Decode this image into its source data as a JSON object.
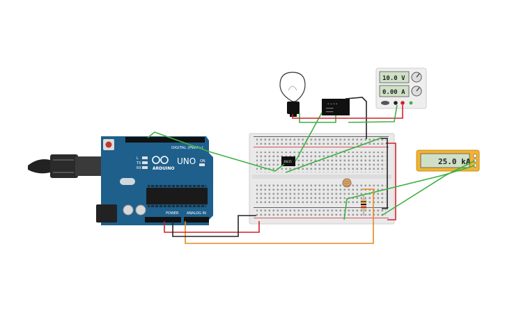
{
  "arduino": {
    "brand": "ARDUINO",
    "model": "UNO",
    "digital_label": "DIGITAL (PWM~)",
    "power_label": "POWER",
    "analog_label": "ANALOG IN",
    "tx_label": "TX",
    "rx_label": "RX",
    "l_label": "L",
    "on_label": "ON"
  },
  "power_supply": {
    "voltage": "10.0 V",
    "current": "0.00 A"
  },
  "multimeter": {
    "reading": "25.0 kA"
  },
  "ic": {
    "label": "4N35"
  },
  "colors": {
    "arduino_blue": "#1f5f8b",
    "wire_green": "#3cb043",
    "wire_red": "#d0202a",
    "wire_black": "#222222",
    "wire_orange": "#e8891c",
    "multimeter_yellow": "#f2b233",
    "lcd_green": "#cfe0c6"
  },
  "icons": {
    "bulb": "lightbulb-icon",
    "usb": "usb-cable-icon",
    "relay": "relay-icon",
    "photoresistor": "photoresistor-icon",
    "resistor": "resistor-icon"
  }
}
